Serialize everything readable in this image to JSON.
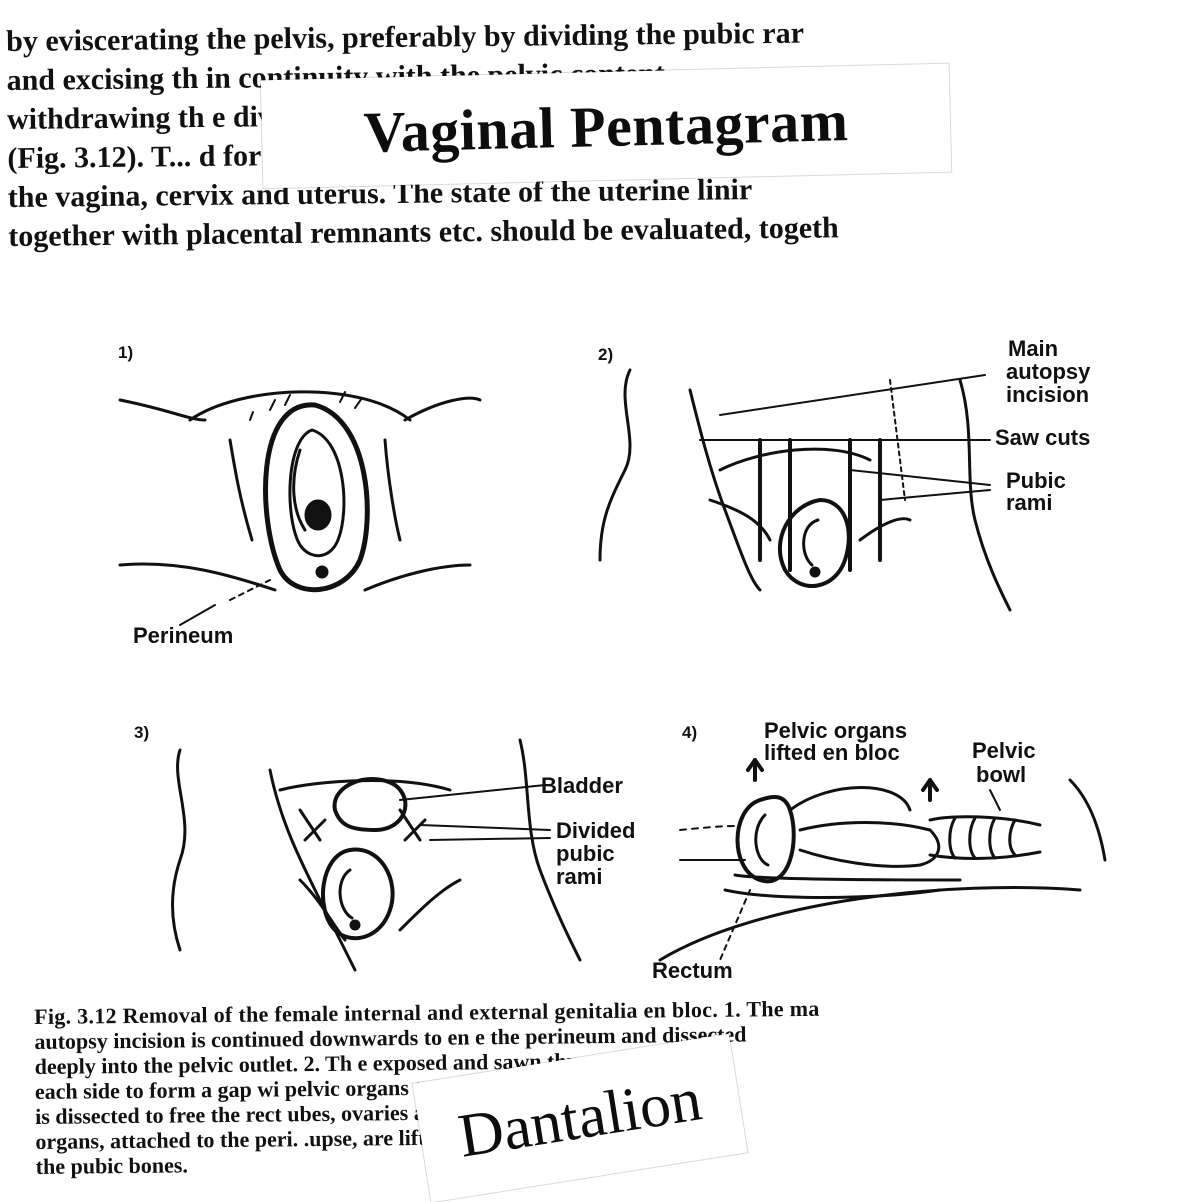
{
  "body_text": {
    "lines": [
      "by eviscerating the pelvis, preferably by dividing the pubic rar",
      "and excising th                   in continuity with the pelvic content",
      "withdrawing th                                       e divided pub",
      "(Fig. 3.12). T...                                     d for trauma",
      "the vagina, cervix and uterus. The state of the uterine linir",
      "together with placental remnants etc. should be evaluated, togeth"
    ]
  },
  "overlay": {
    "title": "Vaginal Pentagram",
    "signature": "Dantalion"
  },
  "figure": {
    "panels": [
      {
        "number": "1)",
        "labels": [
          "Perineum"
        ]
      },
      {
        "number": "2)",
        "labels": [
          "Main",
          "autopsy",
          "incision",
          "Saw cuts",
          "Pubic",
          "rami"
        ]
      },
      {
        "number": "3)",
        "labels": [
          "Bladder",
          "Divided",
          "pubic",
          "rami"
        ]
      },
      {
        "number": "4)",
        "labels": [
          "Pelvic organs",
          "lifted en bloc",
          "Pelvic",
          "bowl",
          "Rectum"
        ]
      }
    ]
  },
  "caption": {
    "lines": [
      "Fig. 3.12  Removal of the female internal and external genitalia en bloc. 1. The ma",
      "autopsy incision is continued downwards to en    e the perineum and dissected",
      "deeply into the pelvic outlet. 2. Th                  e exposed and sawn through on",
      "each side to form a gap wi                          pelvic organs to pass. 3. The pelvi",
      "is dissected to free the rect                       ubes, ovaries and bladder. 4. The",
      "organs, attached to the peri.                     .upse, are lifted forwards through the gap in",
      "the pubic bones."
    ]
  }
}
